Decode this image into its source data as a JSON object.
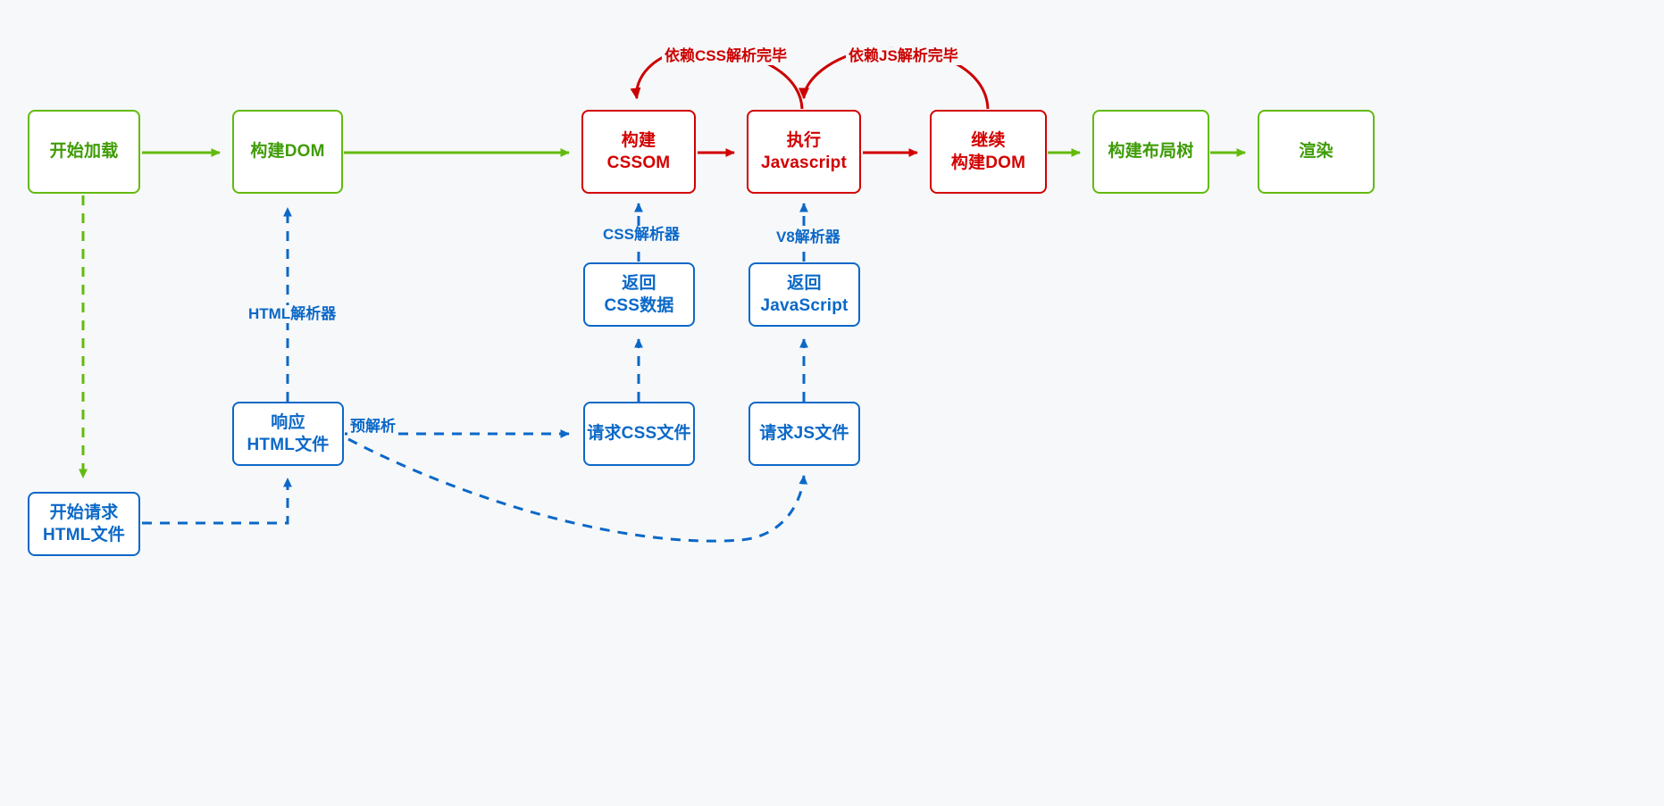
{
  "diagram": {
    "title": "browser-rendering-pipeline-flowchart",
    "background": "#f7f8f9",
    "colors": {
      "green": "#62bb0c",
      "green_text": "#3f9c06",
      "red": "#d30000",
      "blue": "#0b68c8"
    },
    "nodes": [
      {
        "id": "start-load",
        "label": "开始加载",
        "color": "green"
      },
      {
        "id": "build-dom",
        "label": "构建DOM",
        "color": "green"
      },
      {
        "id": "build-cssom",
        "label": "构建\nCSSOM",
        "color": "red"
      },
      {
        "id": "exec-javascript",
        "label": "执行\nJavascript",
        "color": "red"
      },
      {
        "id": "continue-build-dom",
        "label": "继续\n构建DOM",
        "color": "red"
      },
      {
        "id": "build-layout-tree",
        "label": "构建布局树",
        "color": "green"
      },
      {
        "id": "render",
        "label": "渲染",
        "color": "green"
      },
      {
        "id": "return-css-data",
        "label": "返回\nCSS数据",
        "color": "blue"
      },
      {
        "id": "return-javascript",
        "label": "返回\nJavaScript",
        "color": "blue"
      },
      {
        "id": "response-html",
        "label": "响应\nHTML文件",
        "color": "blue"
      },
      {
        "id": "request-css-file",
        "label": "请求CSS文件",
        "color": "blue"
      },
      {
        "id": "request-js-file",
        "label": "请求JS文件",
        "color": "blue"
      },
      {
        "id": "request-html-file",
        "label": "开始请求\nHTML文件",
        "color": "blue"
      }
    ],
    "edge_labels": [
      {
        "id": "dep-css-parsed",
        "text": "依赖CSS解析完毕",
        "color": "red"
      },
      {
        "id": "dep-js-parsed",
        "text": "依赖JS解析完毕",
        "color": "red"
      },
      {
        "id": "css-parser",
        "text": "CSS解析器",
        "color": "blue"
      },
      {
        "id": "v8-parser",
        "text": "V8解析器",
        "color": "blue"
      },
      {
        "id": "html-parser",
        "text": "HTML解析器",
        "color": "blue"
      },
      {
        "id": "pre-parse",
        "text": "预解析",
        "color": "blue"
      }
    ]
  }
}
